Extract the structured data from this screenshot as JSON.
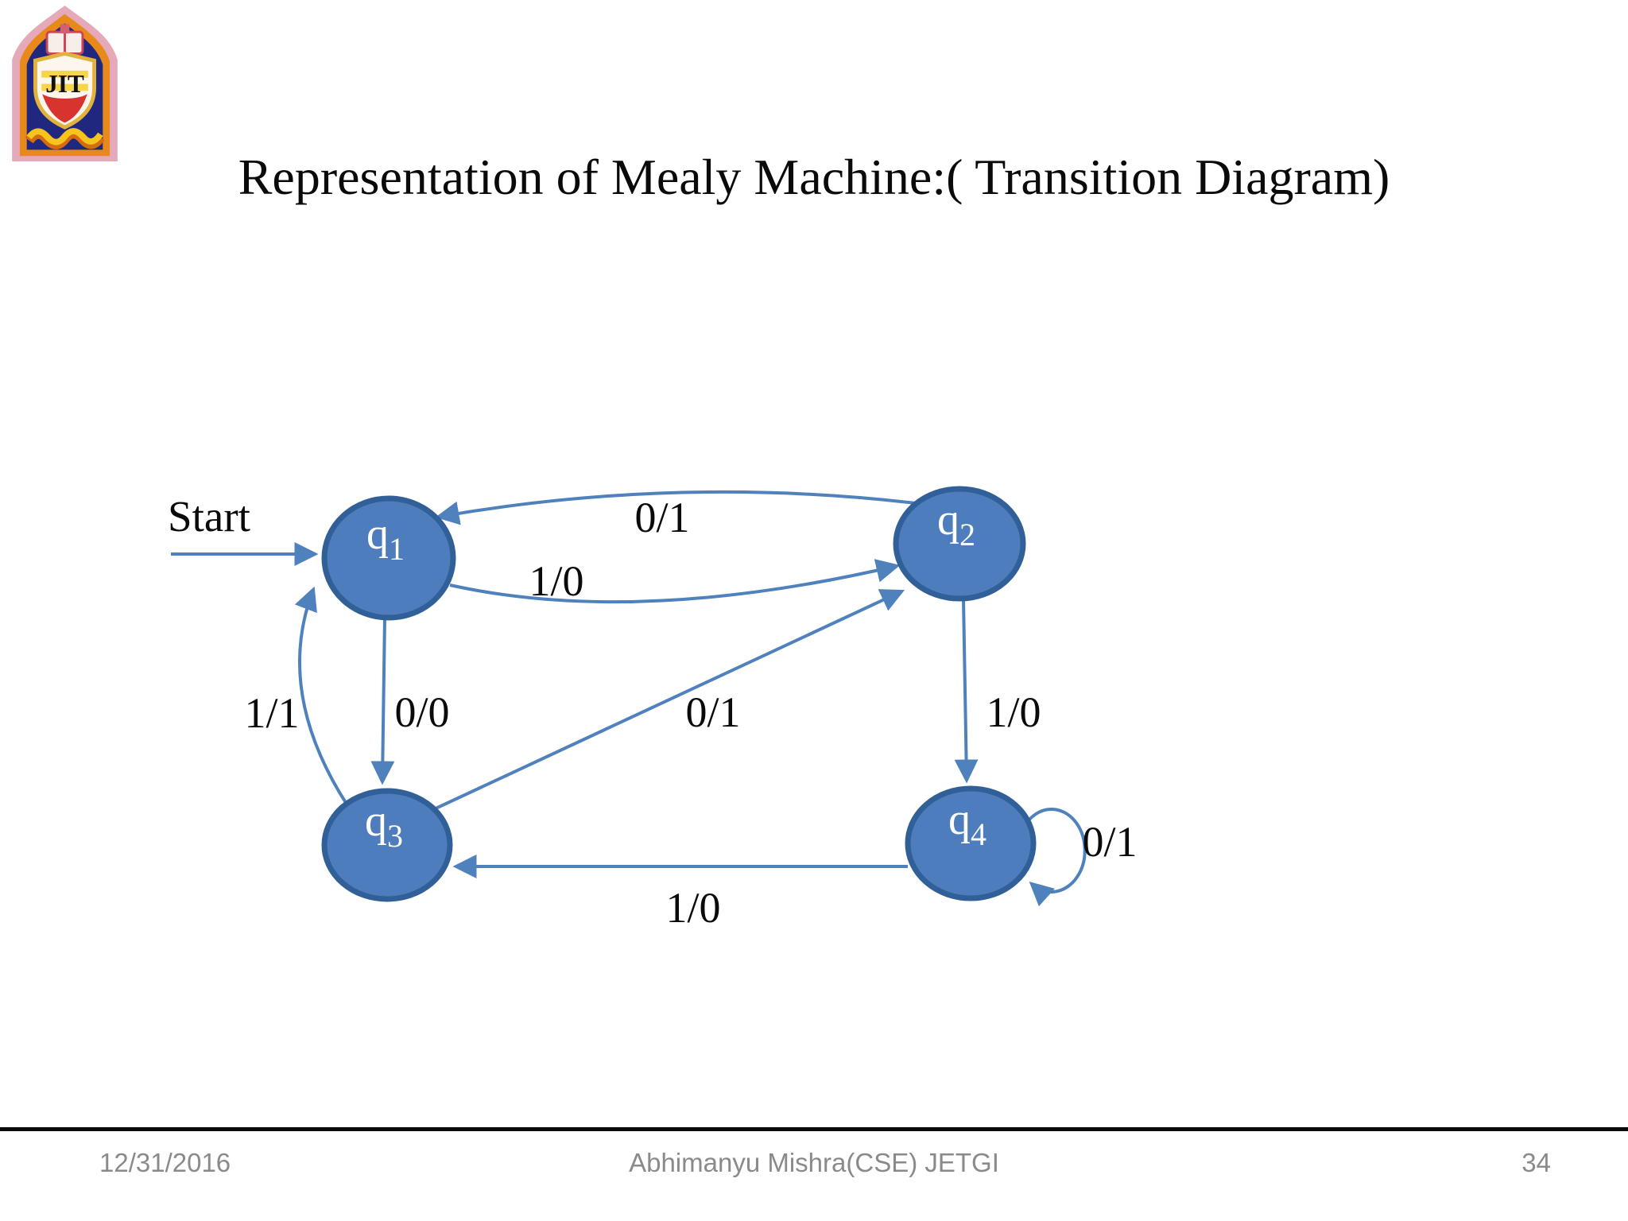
{
  "slide": {
    "title": "Representation of Mealy Machine:( Transition Diagram)"
  },
  "logo": {
    "text": "JIT"
  },
  "diagram": {
    "type": "mealy-machine-transition-diagram",
    "start_label": "Start",
    "nodes": [
      {
        "id": "q1",
        "base": "q",
        "sub": "1"
      },
      {
        "id": "q2",
        "base": "q",
        "sub": "2"
      },
      {
        "id": "q3",
        "base": "q",
        "sub": "3"
      },
      {
        "id": "q4",
        "base": "q",
        "sub": "4"
      }
    ],
    "edges": [
      {
        "from": "q2",
        "to": "q1",
        "label": "0/1"
      },
      {
        "from": "q1",
        "to": "q2",
        "label": "1/0"
      },
      {
        "from": "q1",
        "to": "q3",
        "label": "0/0"
      },
      {
        "from": "q3",
        "to": "q1",
        "label": "1/1"
      },
      {
        "from": "q3",
        "to": "q2",
        "label": "0/1"
      },
      {
        "from": "q2",
        "to": "q4",
        "label": "1/0"
      },
      {
        "from": "q4",
        "to": "q3",
        "label": "1/0"
      },
      {
        "from": "q4",
        "to": "q4",
        "label": "0/1"
      }
    ]
  },
  "footer": {
    "date": "12/31/2016",
    "author": "Abhimanyu Mishra(CSE) JETGI",
    "page": "34"
  },
  "colors": {
    "node_fill": "#4d7dbd",
    "node_border": "#315f97",
    "edge": "#4f81bd",
    "label": "#0a0a0a",
    "footer_text": "#8a8a8a"
  }
}
